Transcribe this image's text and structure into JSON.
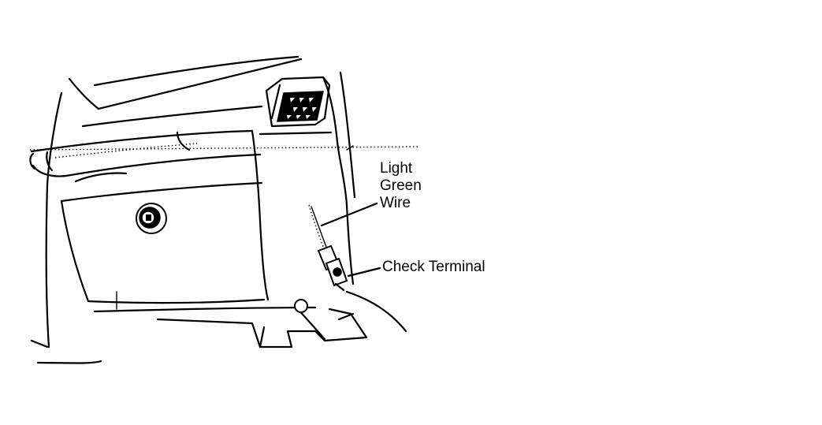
{
  "callouts": {
    "wire": {
      "line1": "Light",
      "line2": "Green",
      "line3": "Wire"
    },
    "terminal": "Check Terminal"
  }
}
